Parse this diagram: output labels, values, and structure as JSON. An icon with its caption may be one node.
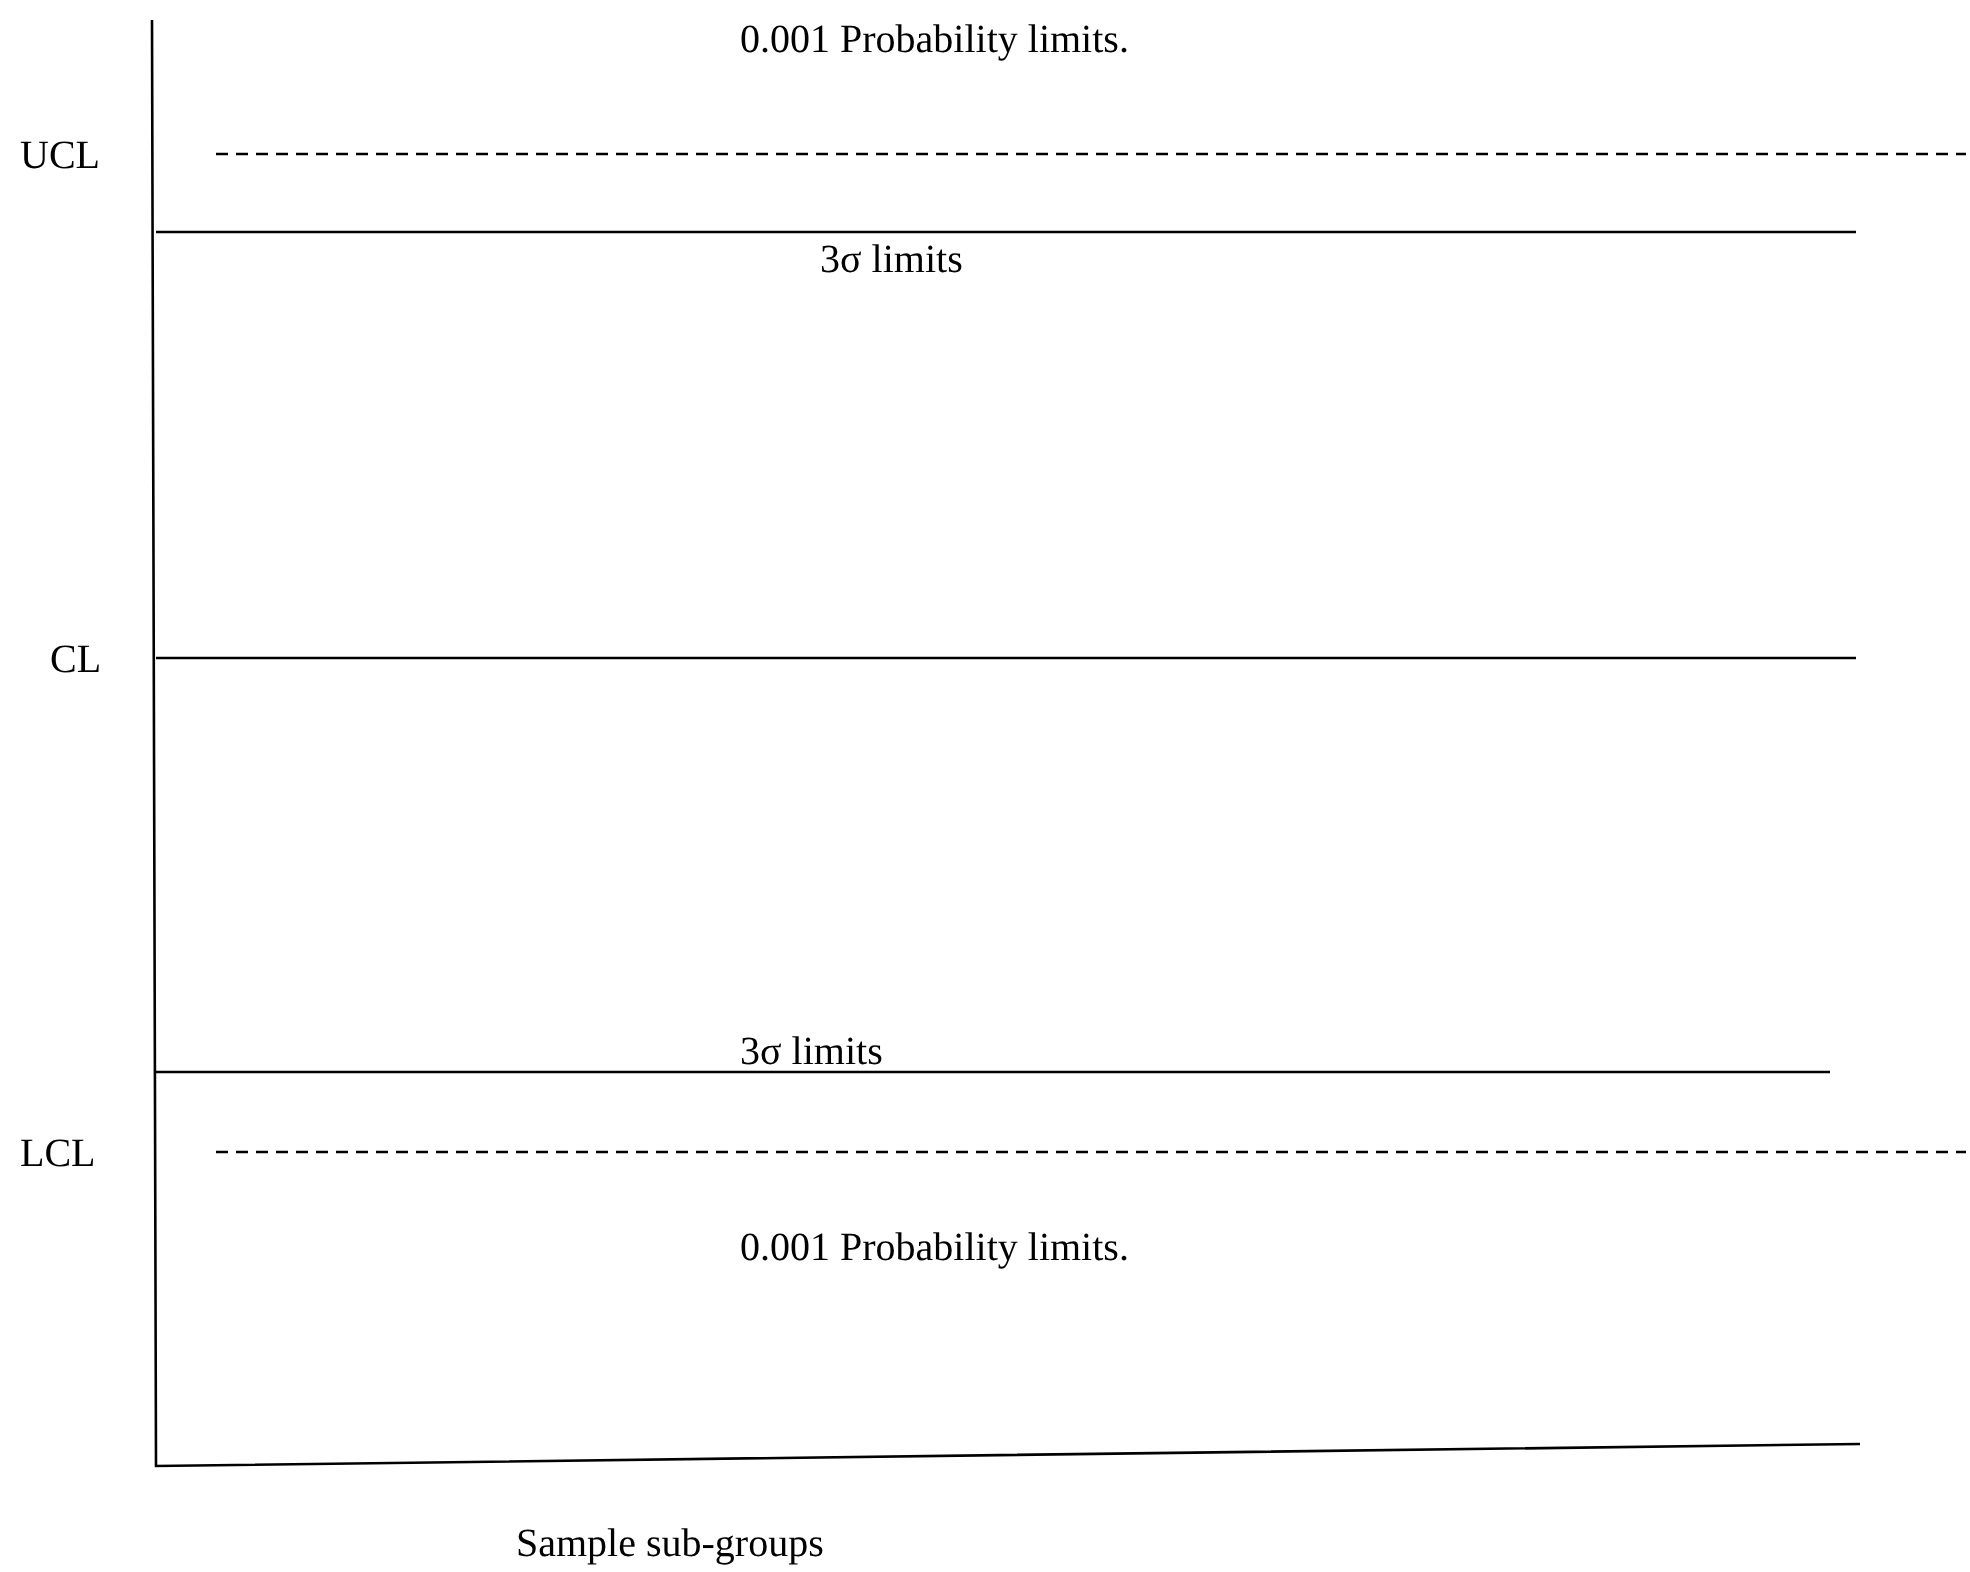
{
  "diagram": {
    "labels": [
      "0.001 Probability limits.",
      "UCL",
      "3σ limits",
      "CL",
      "3σ limits",
      "LCL",
      "0.001 Probability limits.",
      "Sample sub-groups"
    ]
  }
}
